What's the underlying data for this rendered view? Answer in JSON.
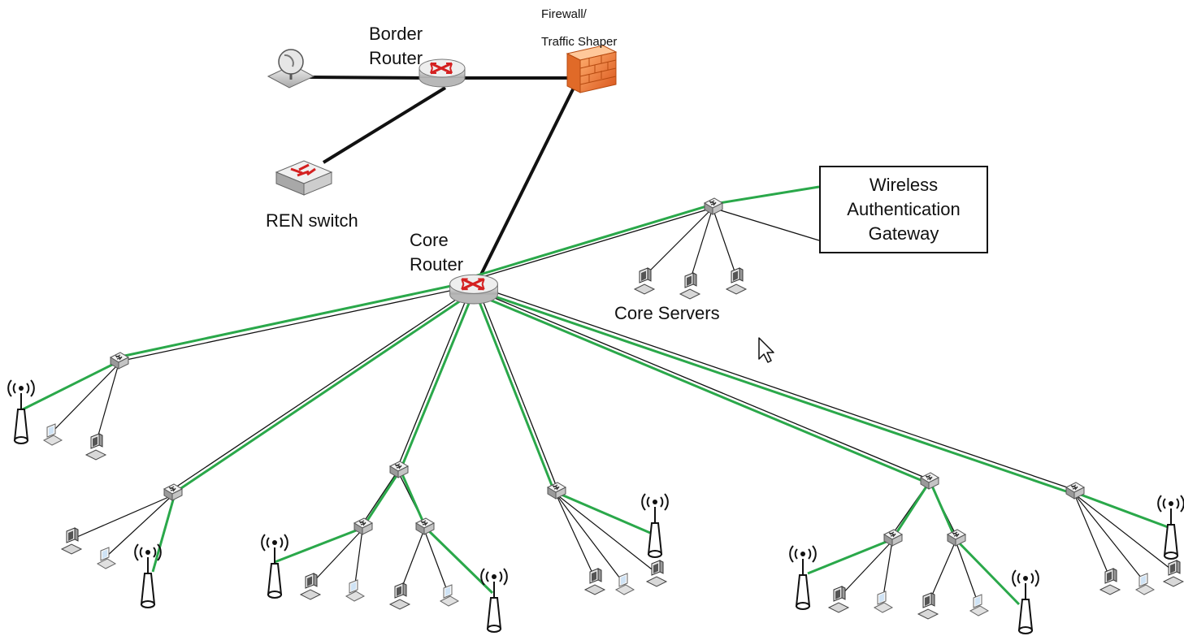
{
  "labels": {
    "firewall_line1": "Firewall/",
    "firewall_line2": "Traffic Shaper",
    "border_router_line1": "Border",
    "border_router_line2": "Router",
    "ren_switch": "REN switch",
    "core_router_line1": "Core",
    "core_router_line2": "Router",
    "gateway_line1": "Wireless",
    "gateway_line2": "Authentication",
    "gateway_line3": "Gateway",
    "core_servers": "Core Servers"
  },
  "colors": {
    "backbone": "#111111",
    "wireless_link": "#2aa84a",
    "firewall": "#f08a3a",
    "router_arrow": "#d42020",
    "device_gray": "#c8c8c8"
  }
}
